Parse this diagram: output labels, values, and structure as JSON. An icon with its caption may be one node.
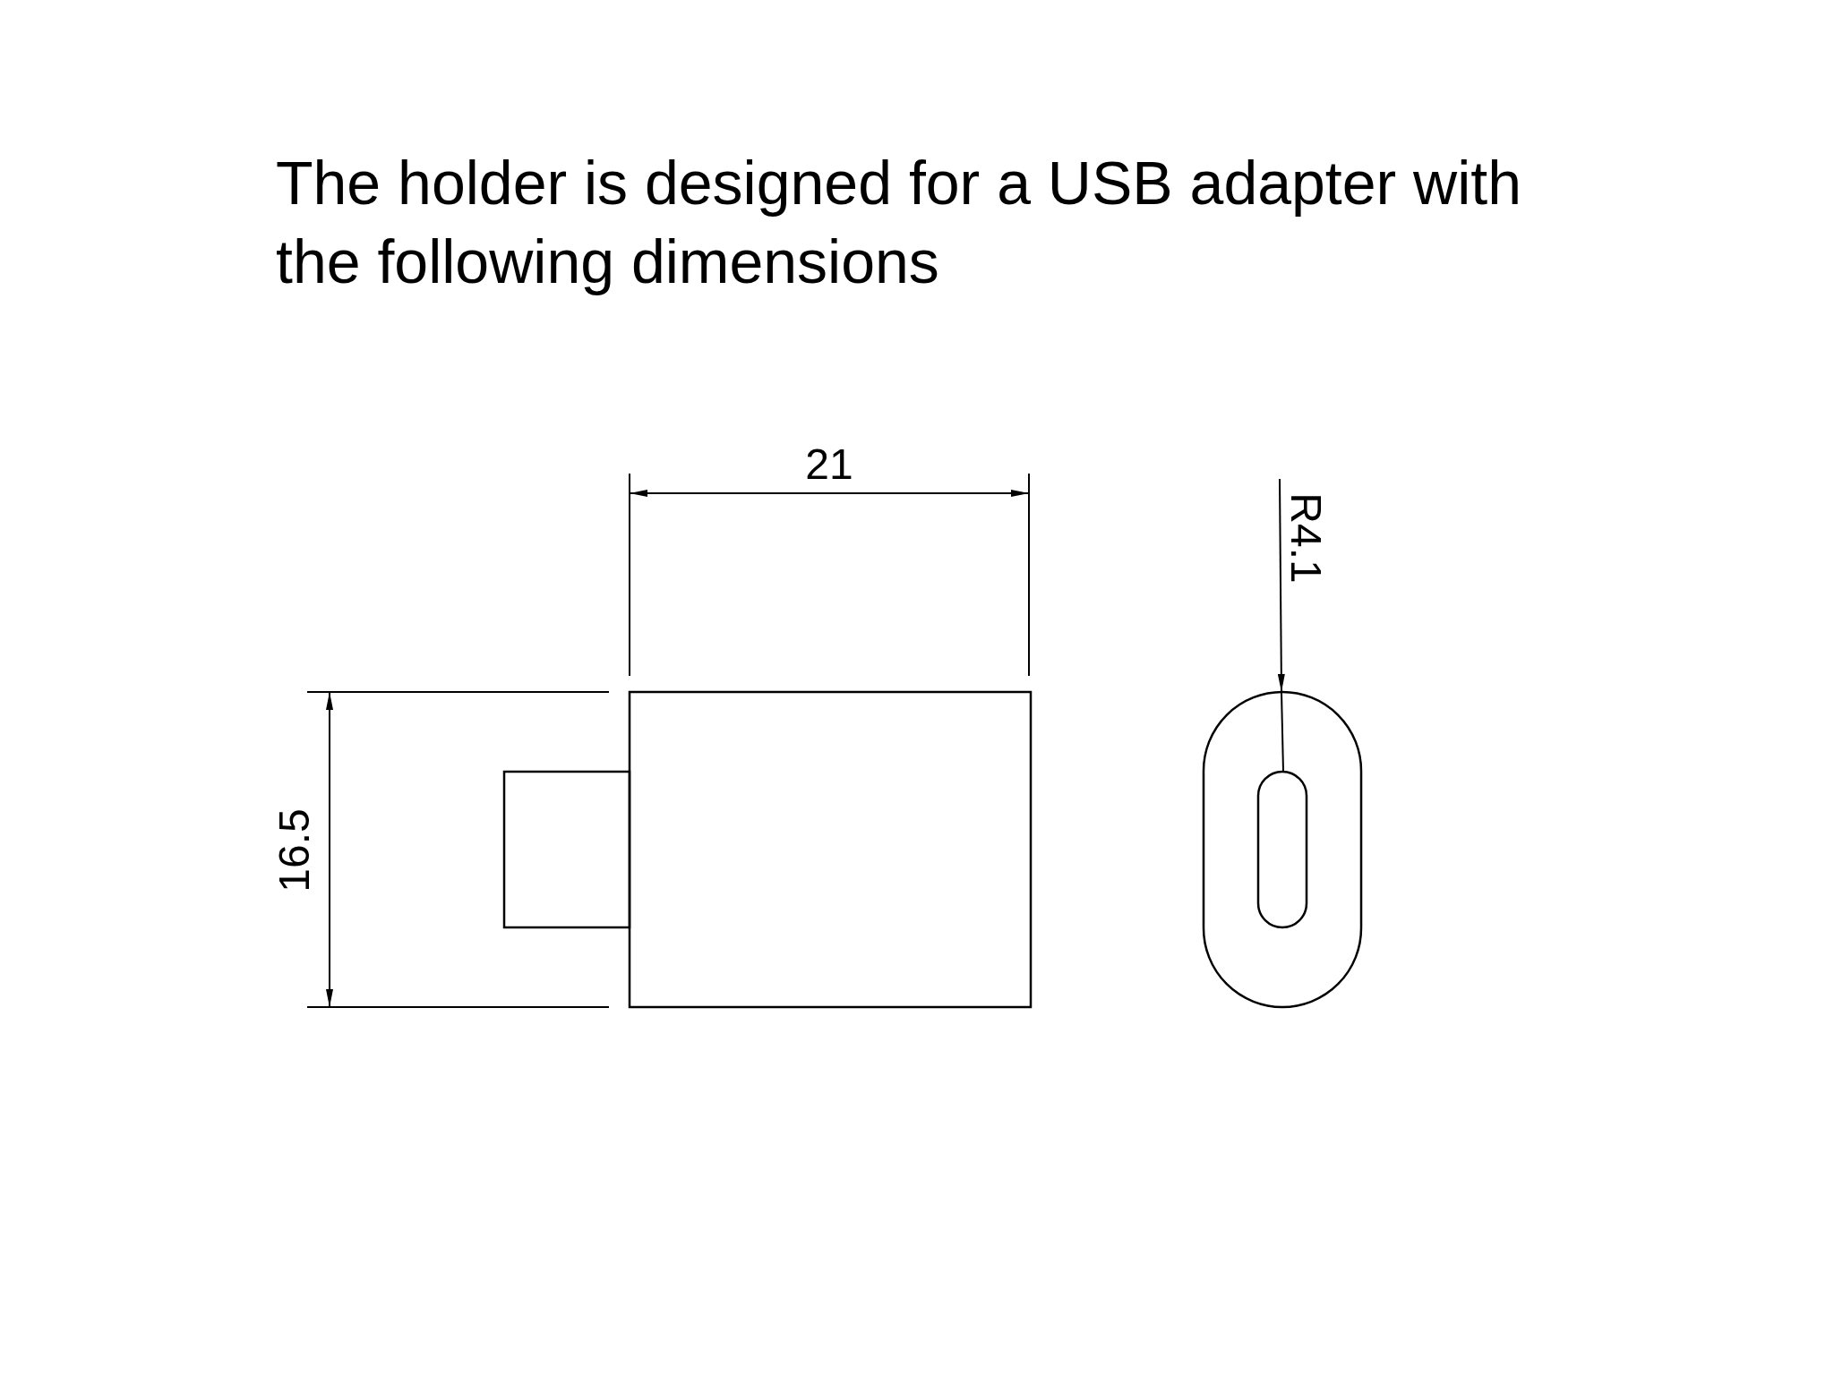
{
  "diagram": {
    "title": "The holder is designed for a USB adapter with the following dimensions",
    "labels": [
      "21",
      "16.5",
      "R4.1"
    ]
  }
}
